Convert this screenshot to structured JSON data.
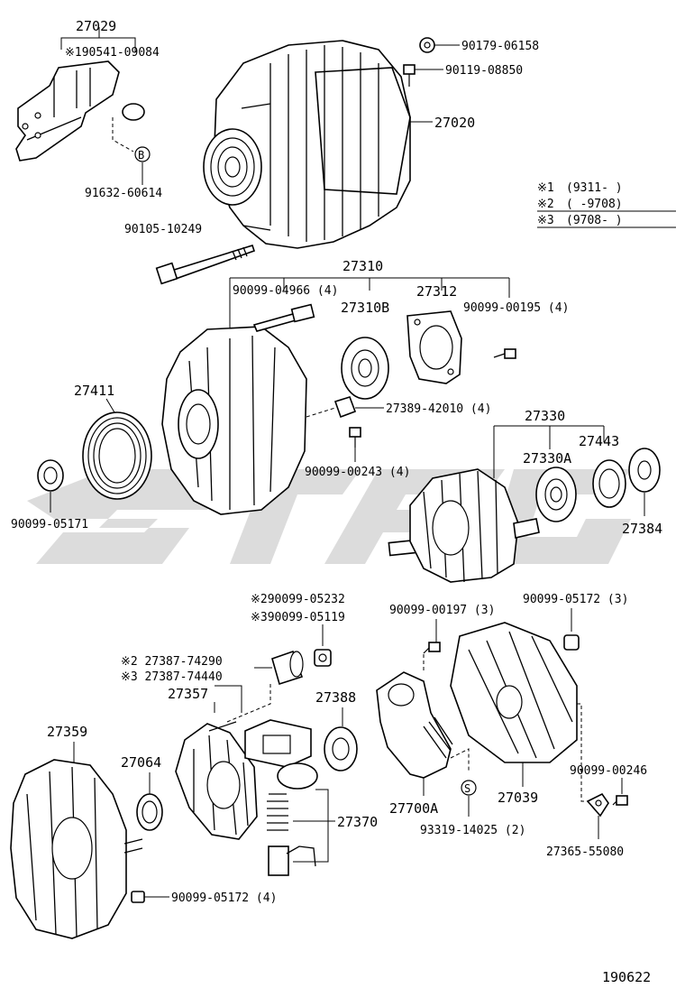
{
  "diagram": {
    "footer_code": "190622",
    "legend": [
      {
        "mark": "※1",
        "range": "(9311-      )"
      },
      {
        "mark": "※2",
        "range": "(      -9708)"
      },
      {
        "mark": "※3",
        "range": "(9708-      )"
      }
    ],
    "labels": {
      "p27029": "27029",
      "p190541": "※190541-09084",
      "p91632": "91632-60614",
      "p90179": "90179-06158",
      "p90119": "90119-08850",
      "p27020": "27020",
      "p90105": "90105-10249",
      "p27310": "27310",
      "p90099_04966": "90099-04966 (4)",
      "p27312": "27312",
      "p27310B": "27310B",
      "p90099_00195": "90099-00195 (4)",
      "p27411": "27411",
      "p27389": "27389-42010 (4)",
      "p90099_00243": "90099-00243 (4)",
      "p27330": "27330",
      "p27443": "27443",
      "p27330A": "27330A",
      "p27384": "27384",
      "p90099_05171": "90099-05171",
      "p290099": "※290099-05232",
      "p390099": "※390099-05119",
      "p90099_00197": "90099-00197 (3)",
      "p90099_05172_3": "90099-05172 (3)",
      "p227387": "※2 27387-74290",
      "p327387": "※3 27387-74440",
      "p27357": "27357",
      "p27388": "27388",
      "p27359": "27359",
      "p27064": "27064",
      "p27370": "27370",
      "p27700A": "27700A",
      "p27039": "27039",
      "p90099_00246": "90099-00246",
      "p93319": "93319-14025 (2)",
      "p27365": "27365-55080",
      "p90099_05172_4": "90099-05172 (4)"
    },
    "markers": {
      "b": "B",
      "s": "S"
    }
  }
}
